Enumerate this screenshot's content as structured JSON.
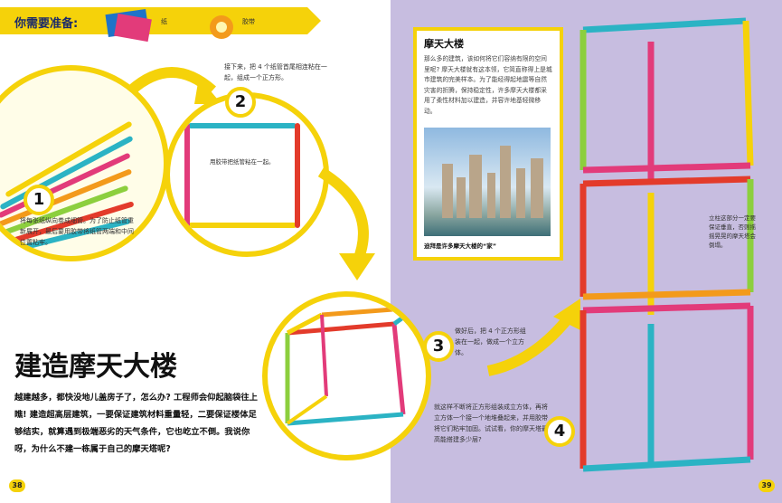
{
  "banner": {
    "title": "你需要准备:",
    "item1": "纸",
    "item2": "胶带"
  },
  "step1": {
    "num": "1",
    "text": "将每张纸纵向卷成细管。为了防止纸管重新展开，最后要用胶带将纸管两端和中间位置粘牢。"
  },
  "step2": {
    "num": "2",
    "text": "接下来，把 4 个纸管首尾相连粘在一起，组成一个正方形。",
    "note": "用胶带把纸管粘在一起。"
  },
  "step3": {
    "num": "3",
    "text": "做好后，把 4 个正方形组装在一起，做成一个立方体。"
  },
  "step4": {
    "num": "4",
    "text": "就这样不断将正方形组装成立方体，再将立方体一个接一个地堆叠起来，并用胶带将它们粘牢加固。试试看，你的摩天塔最高能搭建多少层?"
  },
  "headline": "建造摩天大楼",
  "body": "越建越多，都快没地儿盖房子了，怎么办? 工程师会仰起脑袋往上瞧! 建造超高层建筑，一要保证建筑材料重量轻，二要保证楼体足够结实，就算遇到极端恶劣的天气条件，它也屹立不倒。我说你呀，为什么不建一栋属于自己的摩天塔呢?",
  "info": {
    "title": "摩天大楼",
    "text": "那么多的建筑，该如何将它们容纳有限的空间里呢? 摩天大楼就有这本领，它简直称得上是城市建筑的完美样本。为了能经得起地震等自然灾害的折腾，保持稳定性，许多摩天大楼都采用了柔性材料加以建造，并容许地基轻微移动。",
    "caption": "迪拜是许多摩天大楼的“家”"
  },
  "side_note": "立柱这部分一定要保证垂直，否则摇摇晃晃的摩天塔会倒塌。",
  "pages": {
    "left": "38",
    "right": "39"
  },
  "colors": {
    "yellow": "#f5d20a",
    "lilac": "#c7bde0"
  }
}
